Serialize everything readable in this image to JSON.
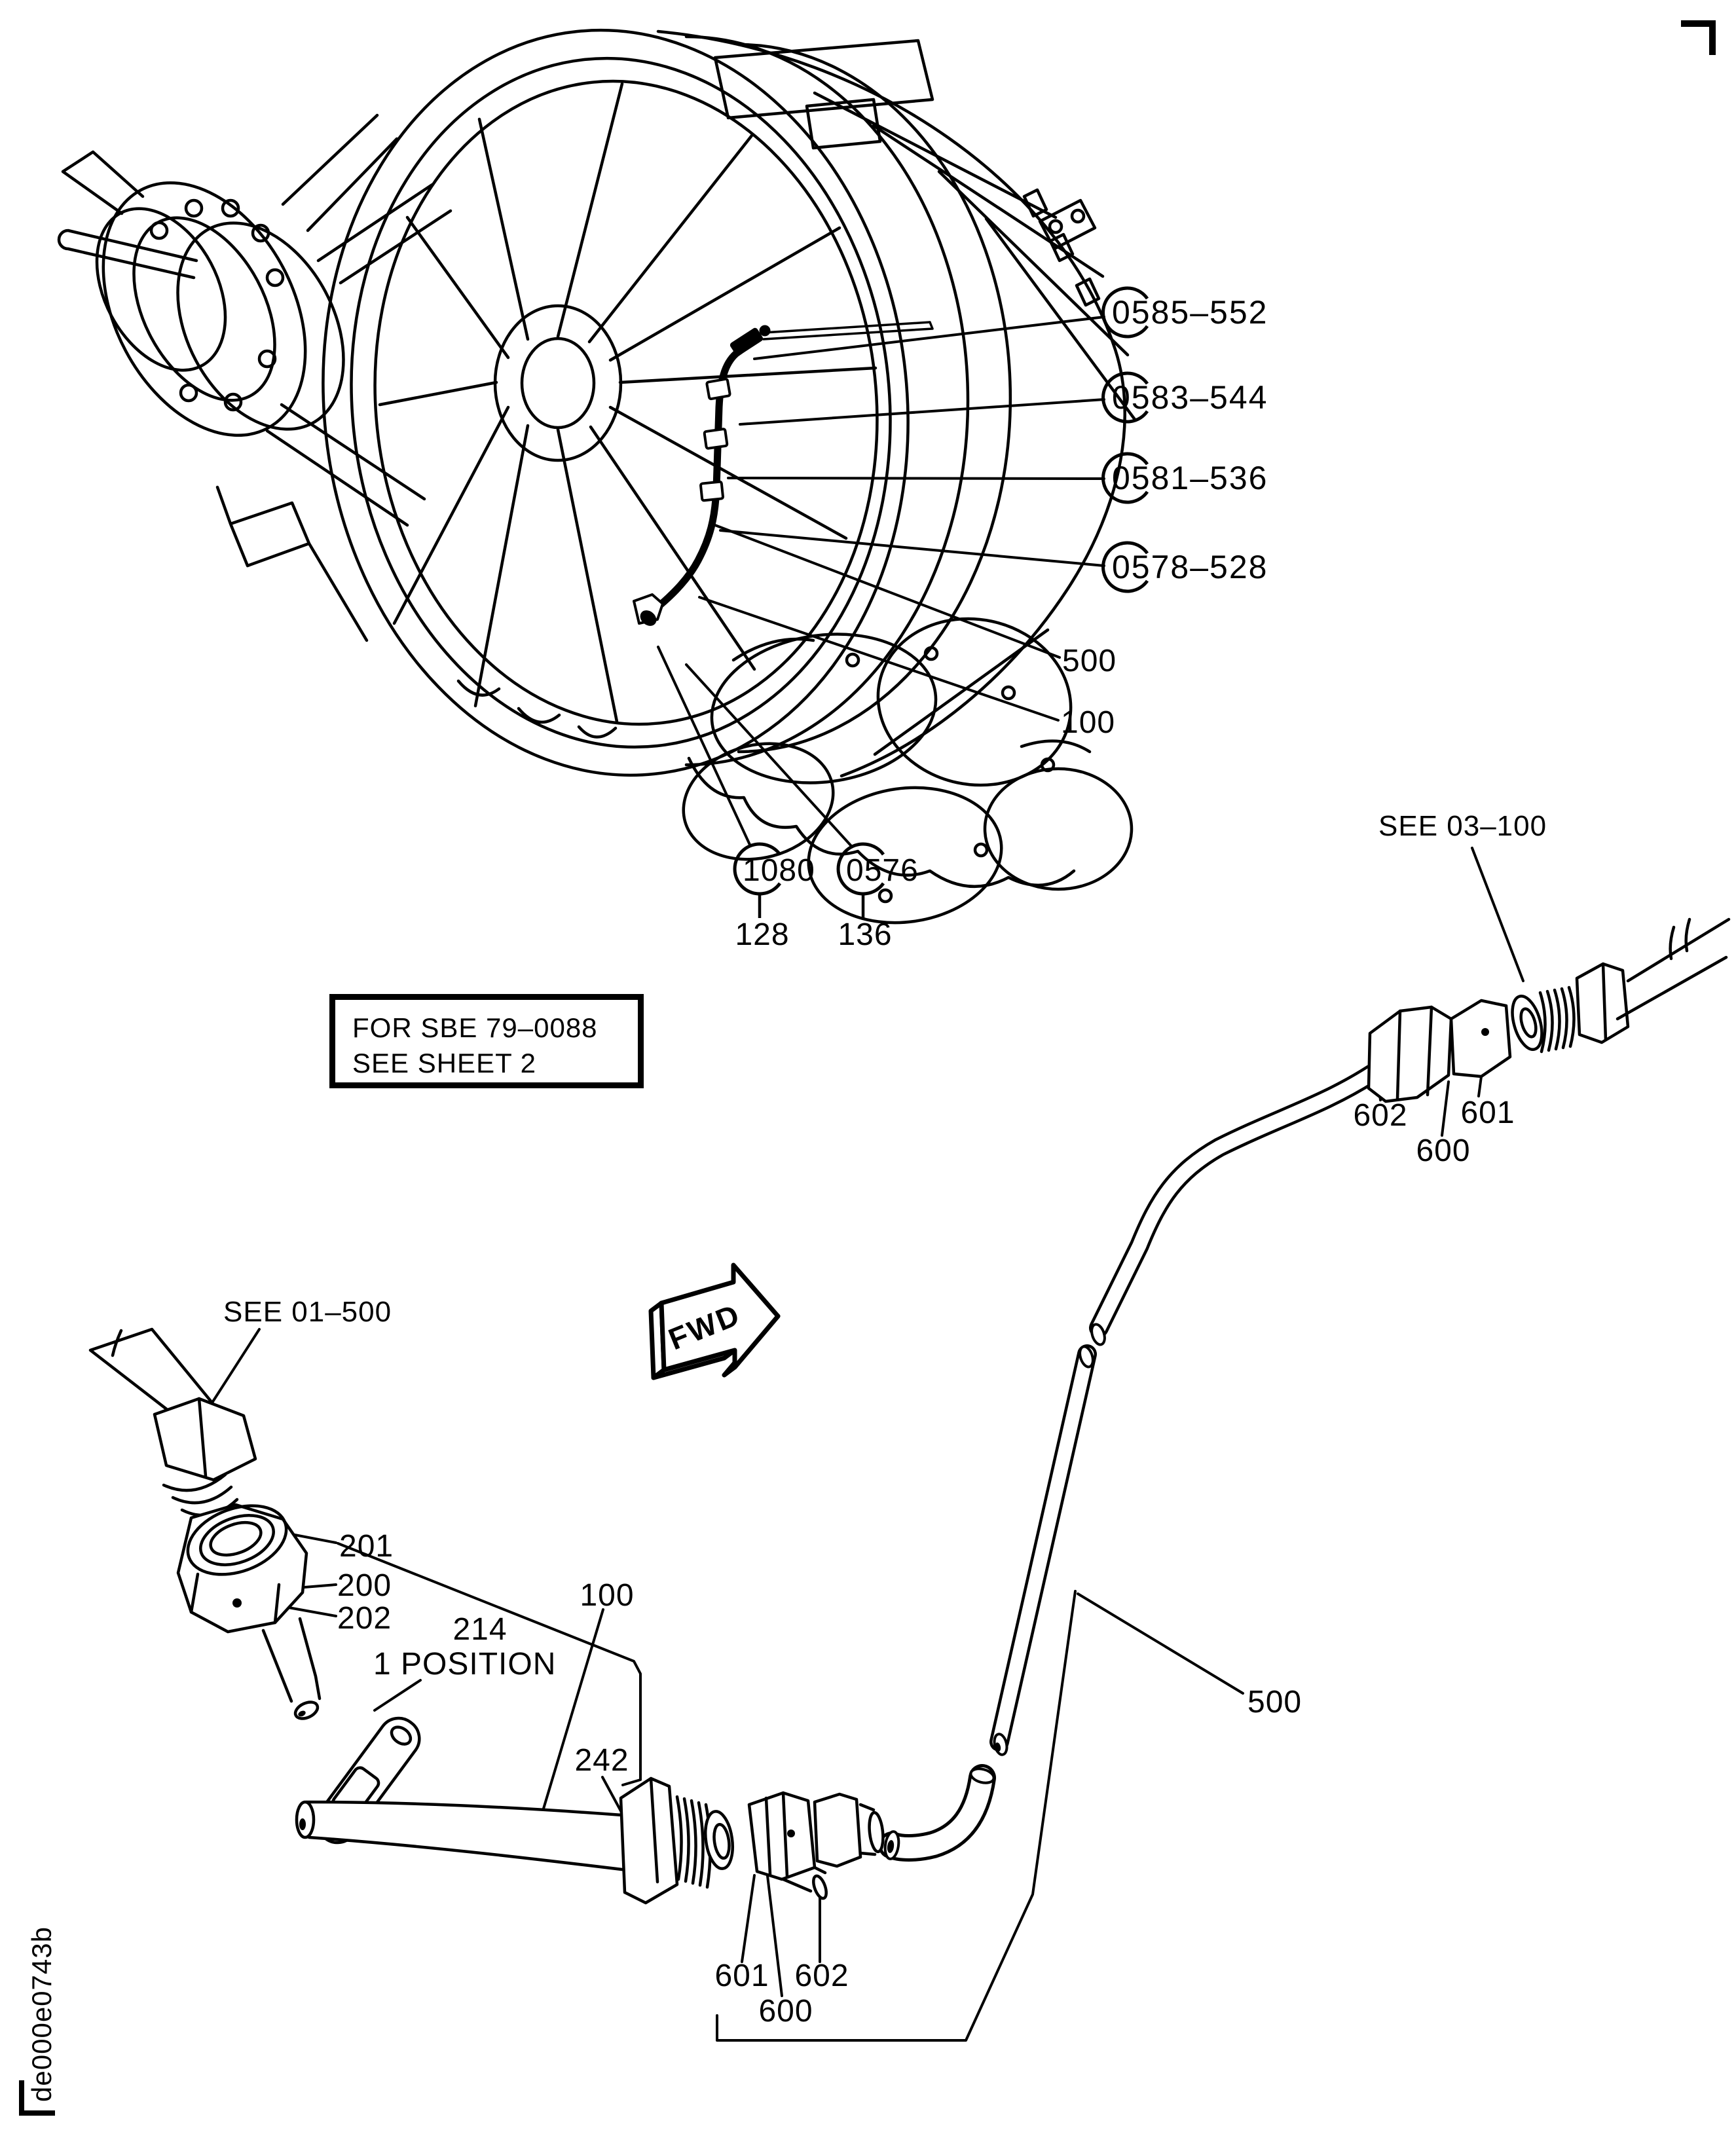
{
  "figure": {
    "doc_code": "de000e0743b",
    "note_box": {
      "line1": "FOR SBE 79–0088",
      "line2": "SEE SHEET 2"
    },
    "fwd_arrow_label": "FWD"
  },
  "see_references": {
    "top_right": "SEE 03–100",
    "left": "SEE 01–500"
  },
  "engine_view": {
    "callouts": [
      {
        "text": "0585–552"
      },
      {
        "text": "0583–544"
      },
      {
        "text": "0581–536"
      },
      {
        "text": "0578–528"
      }
    ],
    "tube_label": "500",
    "bracket_label": "100",
    "clamp_callouts": [
      {
        "circled": "1080",
        "item": "128"
      },
      {
        "circled": "0576",
        "item": "136"
      }
    ]
  },
  "upper_fitting": {
    "label_602": "602",
    "label_601": "601",
    "label_600": "600"
  },
  "long_tube_label": "500",
  "lower_assembly": {
    "label_201": "201",
    "label_200": "200",
    "label_202": "202",
    "label_214": "214",
    "note_1_position": "1 POSITION",
    "label_100": "100",
    "label_242": "242"
  },
  "lower_fitting": {
    "label_601": "601",
    "label_602": "602",
    "label_600": "600"
  }
}
